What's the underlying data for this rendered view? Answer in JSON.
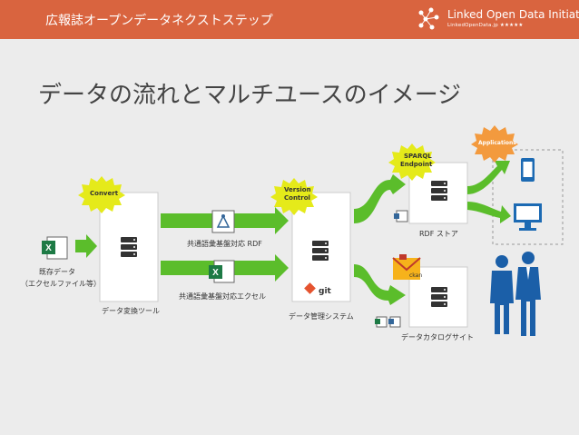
{
  "header": {
    "title": "広報誌オープンデータネクストステップ",
    "brand_name": "Linked Open Data Initiative",
    "brand_sub": "LinkedOpenData.jp ★★★★★"
  },
  "headline": "データの流れとマルチユースのイメージ",
  "badges": {
    "convert": "Convert",
    "version_line1": "Version",
    "version_line2": "Control",
    "sparql_line1": "SPARQL",
    "sparql_line2": "Endpoint",
    "applications": "Applications"
  },
  "labels": {
    "existing_data": "既存データ",
    "existing_data_sub": "（エクセルファイル等）",
    "conversion_tool": "データ変換ツール",
    "rdf_common": "共通語彙基盤対応 RDF",
    "excel_common": "共通語彙基盤対応エクセル",
    "data_management": "データ管理システム",
    "git": "git",
    "rdf_store": "RDF ストア",
    "catalog_site": "データカタログサイト",
    "ckan": "ckan"
  },
  "colors": {
    "header_bg": "#d9643f",
    "arrow_green": "#5bbd2b",
    "badge_yellow": "#e5ea1a",
    "badge_orange": "#f39a3e",
    "excel_green": "#1d7a45",
    "server_dark": "#333333",
    "person_blue": "#1b5fa8",
    "device_blue": "#1c6ab3"
  }
}
